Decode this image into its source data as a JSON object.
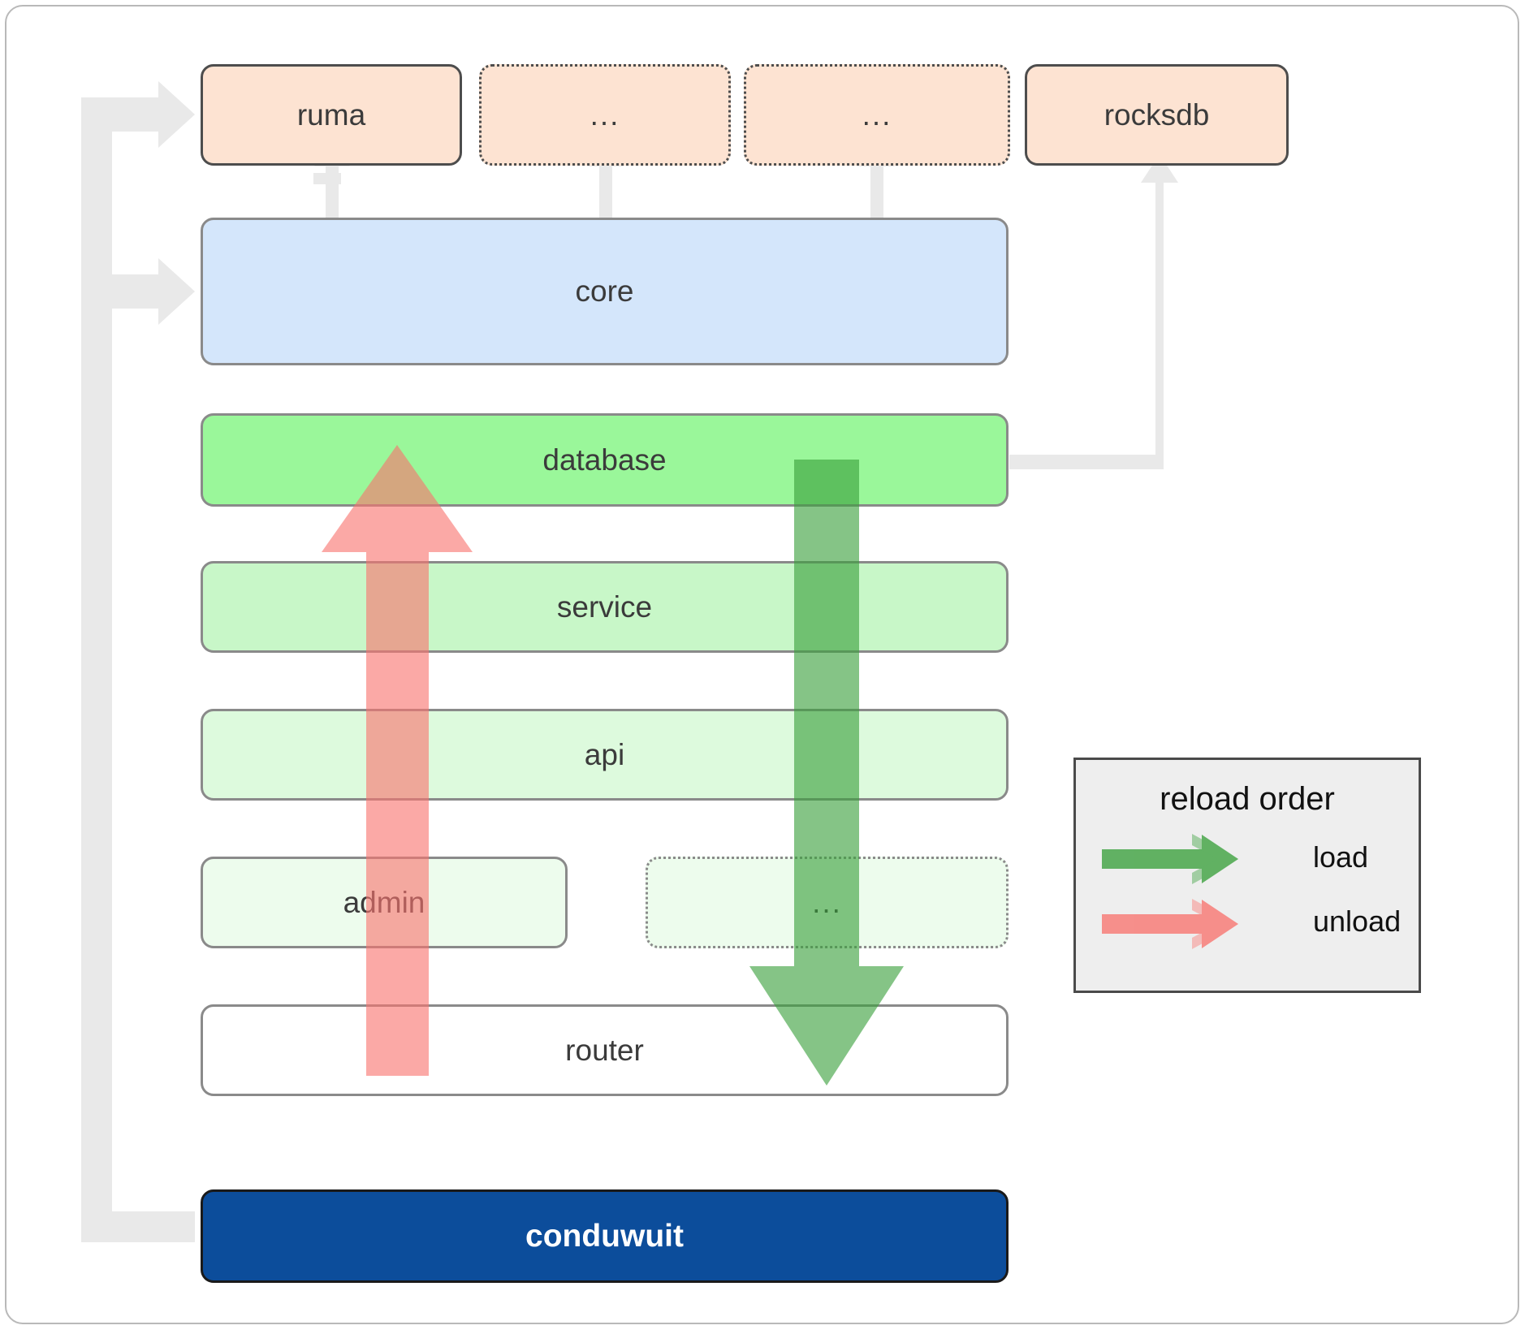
{
  "diagram": {
    "title": "conduwuit crate architecture / reload order",
    "dependencies": [
      {
        "id": "ruma",
        "label": "ruma",
        "style": "solid"
      },
      {
        "id": "dep-ellipsis-1",
        "label": "...",
        "style": "dotted"
      },
      {
        "id": "dep-ellipsis-2",
        "label": "...",
        "style": "dotted"
      },
      {
        "id": "rocksdb",
        "label": "rocksdb",
        "style": "solid"
      }
    ],
    "core": {
      "id": "core",
      "label": "core"
    },
    "layers": [
      {
        "id": "database",
        "label": "database",
        "style": "solid"
      },
      {
        "id": "service",
        "label": "service",
        "style": "solid"
      },
      {
        "id": "api",
        "label": "api",
        "style": "solid"
      },
      {
        "id": "admin",
        "label": "admin",
        "style": "solid"
      },
      {
        "id": "layer-ellipsis",
        "label": "...",
        "style": "dotted"
      },
      {
        "id": "router",
        "label": "router",
        "style": "solid"
      }
    ],
    "root": {
      "id": "conduwuit",
      "label": "conduwuit"
    },
    "legend": {
      "title": "reload order",
      "entries": [
        {
          "id": "load",
          "label": "load",
          "color": "#57a85a"
        },
        {
          "id": "unload",
          "label": "unload",
          "color": "#f98888"
        }
      ]
    },
    "colors": {
      "dependency_fill": "#fde3d2",
      "core_fill": "#d4e6fb",
      "database_fill": "#9af79a",
      "service_fill": "#c8f7c8",
      "api_fill": "#ddfadd",
      "admin_fill": "#edfced",
      "ellipsis_fill": "#edfced",
      "router_fill": "#ffffff",
      "root_fill": "#0c4d9b",
      "connector": "#e8e8e8",
      "load_arrow": "#57a85a",
      "unload_arrow": "#f98888",
      "frame_border": "#b9b9b9",
      "legend_fill": "#eeeeee"
    }
  }
}
